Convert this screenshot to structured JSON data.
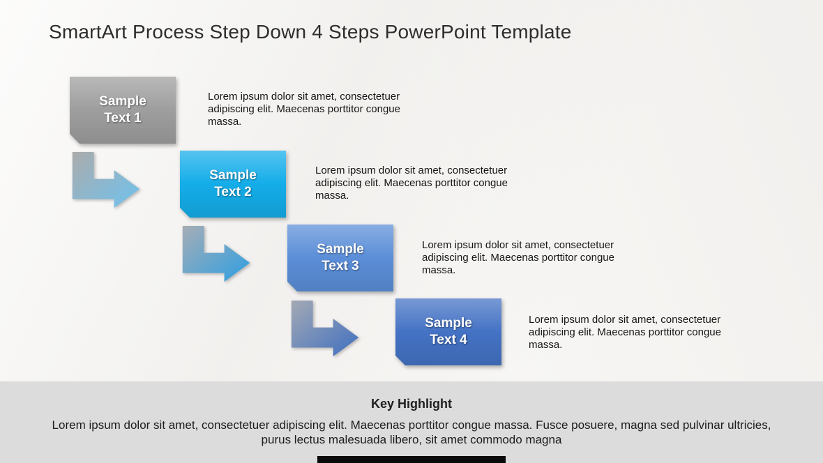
{
  "title": "SmartArt Process Step Down 4 Steps PowerPoint Template",
  "steps": [
    {
      "label": "Sample Text 1",
      "color": "#9e9e9e",
      "description": "Lorem ipsum dolor sit amet, consectetuer adipiscing elit. Maecenas porttitor congue massa."
    },
    {
      "label": "Sample Text 2",
      "color": "#14ade9",
      "description": "Lorem ipsum dolor sit amet, consectetuer adipiscing elit. Maecenas porttitor congue massa."
    },
    {
      "label": "Sample Text 3",
      "color": "#5b8ed8",
      "description": "Lorem ipsum dolor sit amet, consectetuer adipiscing elit. Maecenas porttitor congue massa."
    },
    {
      "label": "Sample Text 4",
      "color": "#4472c4",
      "description": "Lorem ipsum dolor sit amet, consectetuer adipiscing elit. Maecenas porttitor congue massa."
    }
  ],
  "arrows": [
    {
      "from": "#ababab",
      "to": "#6fc2ef"
    },
    {
      "from": "#a6adb6",
      "to": "#2d9fe2"
    },
    {
      "from": "#a3a9b4",
      "to": "#3f6fc0"
    }
  ],
  "footer": {
    "heading": "Key Highlight",
    "text": "Lorem ipsum dolor sit amet, consectetuer adipiscing elit. Maecenas porttitor congue massa. Fusce posuere, magna sed pulvinar ultricies, purus lectus malesuada libero, sit amet commodo magna"
  }
}
